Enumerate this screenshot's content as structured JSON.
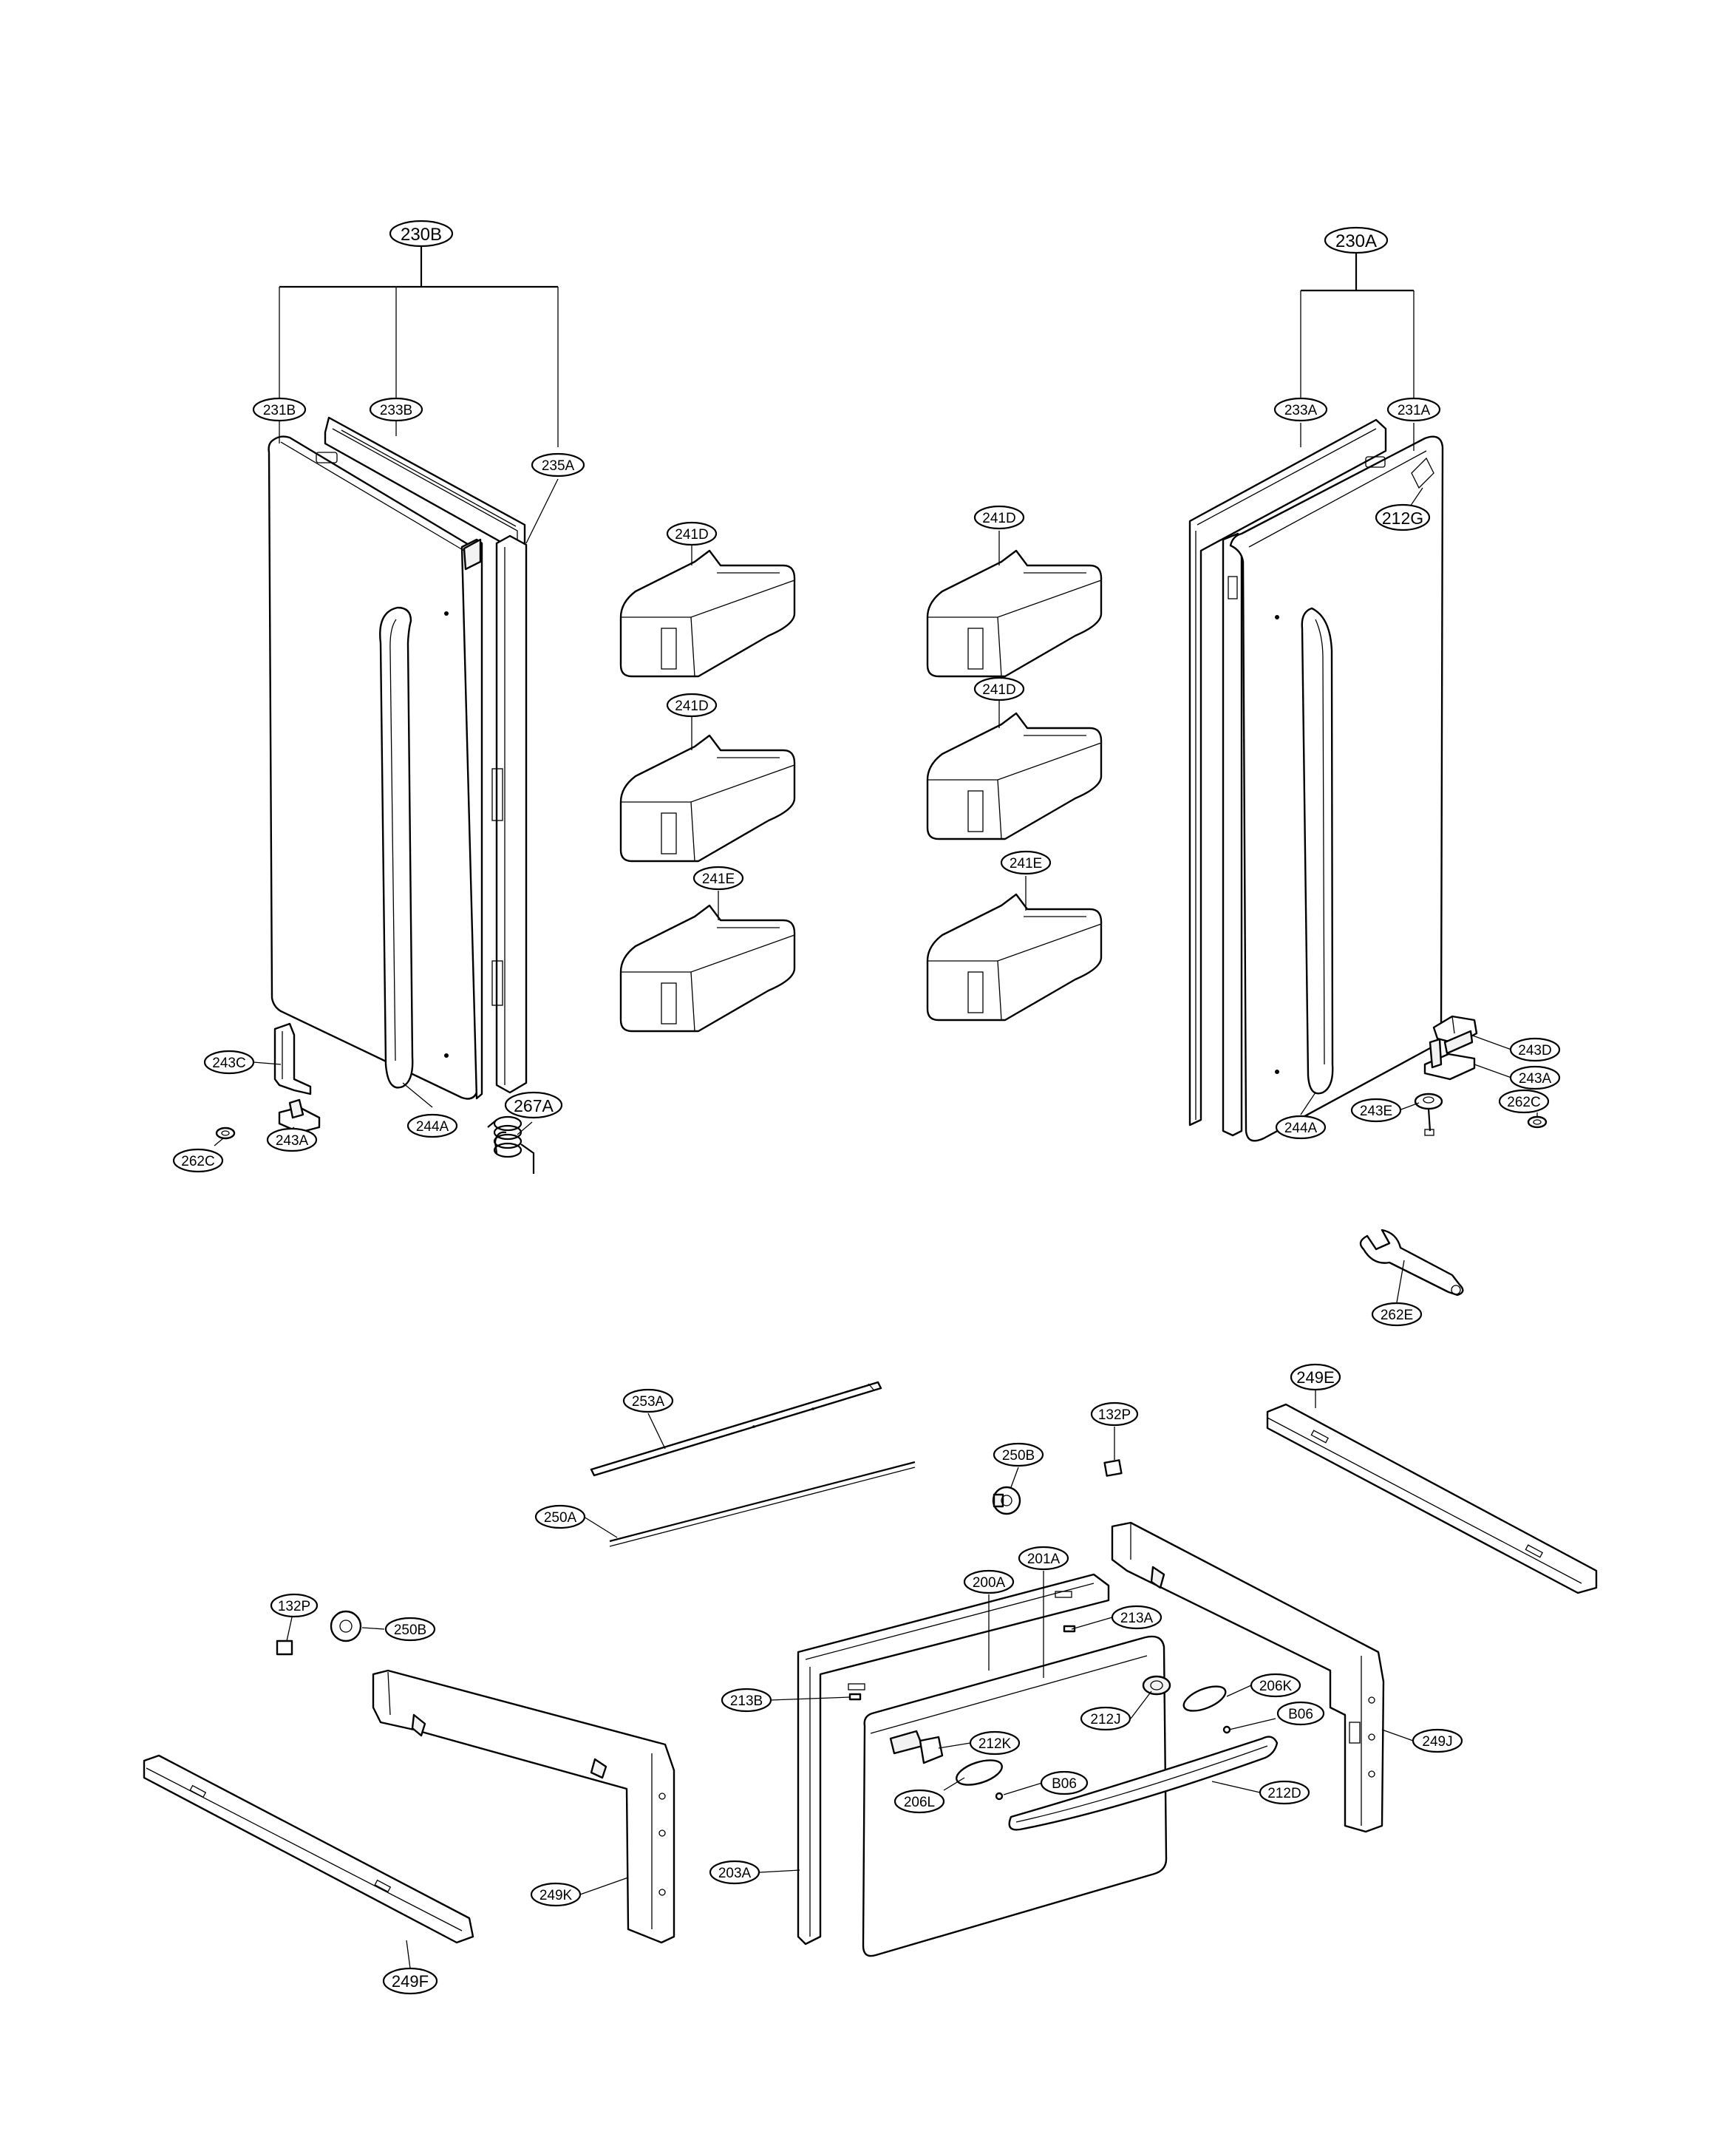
{
  "labels": {
    "l230B": "230B",
    "l231B": "231B",
    "l233B": "233B",
    "l235A": "235A",
    "l230A": "230A",
    "l233A": "233A",
    "l231A": "231A",
    "l212G": "212G",
    "l241D_1": "241D",
    "l241D_2": "241D",
    "l241D_3": "241D",
    "l241D_4": "241D",
    "l241E_1": "241E",
    "l241E_2": "241E",
    "l243C": "243C",
    "l243A_L": "243A",
    "l262C_L": "262C",
    "l244A_L": "244A",
    "l267A": "267A",
    "l243D": "243D",
    "l243A_R": "243A",
    "l243E": "243E",
    "l262C_R": "262C",
    "l244A_R": "244A",
    "l262E": "262E",
    "l253A": "253A",
    "l250A": "250A",
    "l132P_T": "132P",
    "l250B_T": "250B",
    "l249E": "249E",
    "l132P_L": "132P",
    "l250B_L": "250B",
    "l200A": "200A",
    "l201A": "201A",
    "l213A": "213A",
    "l213B": "213B",
    "l212J": "212J",
    "l206K": "206K",
    "lB06_R": "B06",
    "l249J": "249J",
    "l212K": "212K",
    "l206L": "206L",
    "lB06_L": "B06",
    "l212D": "212D",
    "l203A": "203A",
    "l249K": "249K",
    "l249F": "249F"
  }
}
